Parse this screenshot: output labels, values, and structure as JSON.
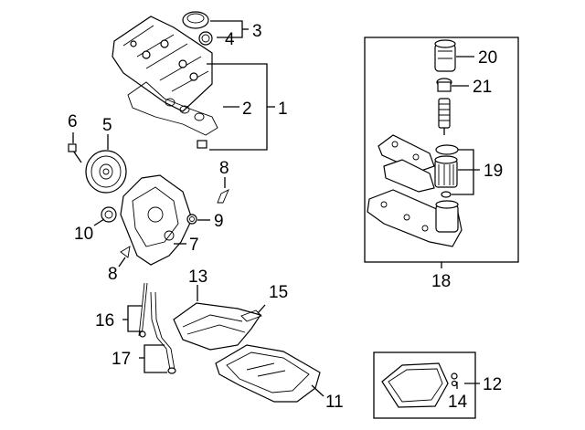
{
  "callouts": [
    {
      "id": "c1",
      "text": "1"
    },
    {
      "id": "c2",
      "text": "2"
    },
    {
      "id": "c3",
      "text": "3"
    },
    {
      "id": "c4",
      "text": "4"
    },
    {
      "id": "c5",
      "text": "5"
    },
    {
      "id": "c6",
      "text": "6"
    },
    {
      "id": "c7",
      "text": "7"
    },
    {
      "id": "c8a",
      "text": "8"
    },
    {
      "id": "c8b",
      "text": "8"
    },
    {
      "id": "c9",
      "text": "9"
    },
    {
      "id": "c10",
      "text": "10"
    },
    {
      "id": "c11",
      "text": "11"
    },
    {
      "id": "c12",
      "text": "12"
    },
    {
      "id": "c13",
      "text": "13"
    },
    {
      "id": "c14",
      "text": "14"
    },
    {
      "id": "c15",
      "text": "15"
    },
    {
      "id": "c16",
      "text": "16"
    },
    {
      "id": "c17",
      "text": "17"
    },
    {
      "id": "c18",
      "text": "18"
    },
    {
      "id": "c19",
      "text": "19"
    },
    {
      "id": "c20",
      "text": "20"
    },
    {
      "id": "c21",
      "text": "21"
    }
  ]
}
